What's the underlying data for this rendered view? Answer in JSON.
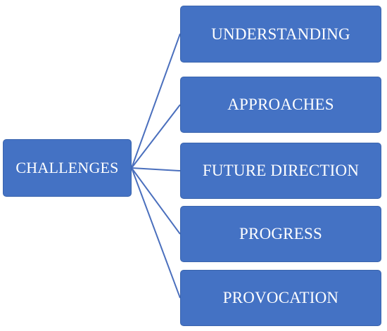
{
  "diagram": {
    "root": {
      "label": "CHALLENGES"
    },
    "branches": [
      {
        "label": "UNDERSTANDING"
      },
      {
        "label": "APPROACHES"
      },
      {
        "label": "FUTURE DIRECTION"
      },
      {
        "label": "PROGRESS"
      },
      {
        "label": "PROVOCATION"
      }
    ],
    "colors": {
      "box_fill": "#4472c4",
      "box_border": "#3a64ad",
      "connector": "#4a6fbd",
      "text": "#ffffff"
    }
  }
}
